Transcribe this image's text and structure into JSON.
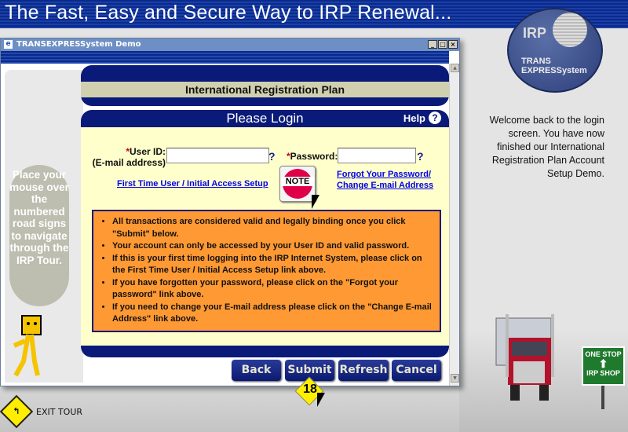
{
  "banner": {
    "title": "The Fast, Easy and Secure Way to IRP Renewal..."
  },
  "logo": {
    "irp": "IRP",
    "trans": "TRANS",
    "express": "EXPRESSystem"
  },
  "welcome": "Welcome back to the login screen. You have now finished our International Registration Plan Account Setup Demo.",
  "window": {
    "title": "TRANSEXPRESSystem Demo",
    "minimize": "_",
    "maximize": "□",
    "close": "×"
  },
  "sidebar": {
    "tip": "Place your mouse over the numbered road signs to navigate through the IRP Tour."
  },
  "page": {
    "header": "International Registration Plan",
    "login_title": "Please Login",
    "help": "Help",
    "help_icon": "?",
    "user_id_label": "User ID:",
    "user_id_sub": "(E-mail address)",
    "password_label": "Password:",
    "required_mark": "*",
    "help_q": "?",
    "user_id_value": "",
    "password_value": "",
    "first_time_link": "First Time User / Initial Access Setup",
    "forgot_link": "Forgot Your Password/ Change E-mail Address",
    "note": "NOTE",
    "info": [
      "All transactions are considered valid and legally binding once you click \"Submit\" below.",
      "Your account can only be accessed by your User ID and valid password.",
      "If this is your first time logging into the IRP Internet System, please click on the First Time User / Initial Access Setup link above.",
      "If you have forgotten your password, please click on the \"Forgot your password\" link above.",
      "If you need to change your E-mail address please click on the \"Change E-mail Address\" link above."
    ]
  },
  "buttons": {
    "back": "Back",
    "submit": "Submit",
    "refresh": "Refresh",
    "cancel": "Cancel"
  },
  "tour_marker": "18",
  "sign": {
    "line1": "ONE STOP",
    "line2": "IRP SHOP"
  },
  "exit": "EXIT TOUR"
}
